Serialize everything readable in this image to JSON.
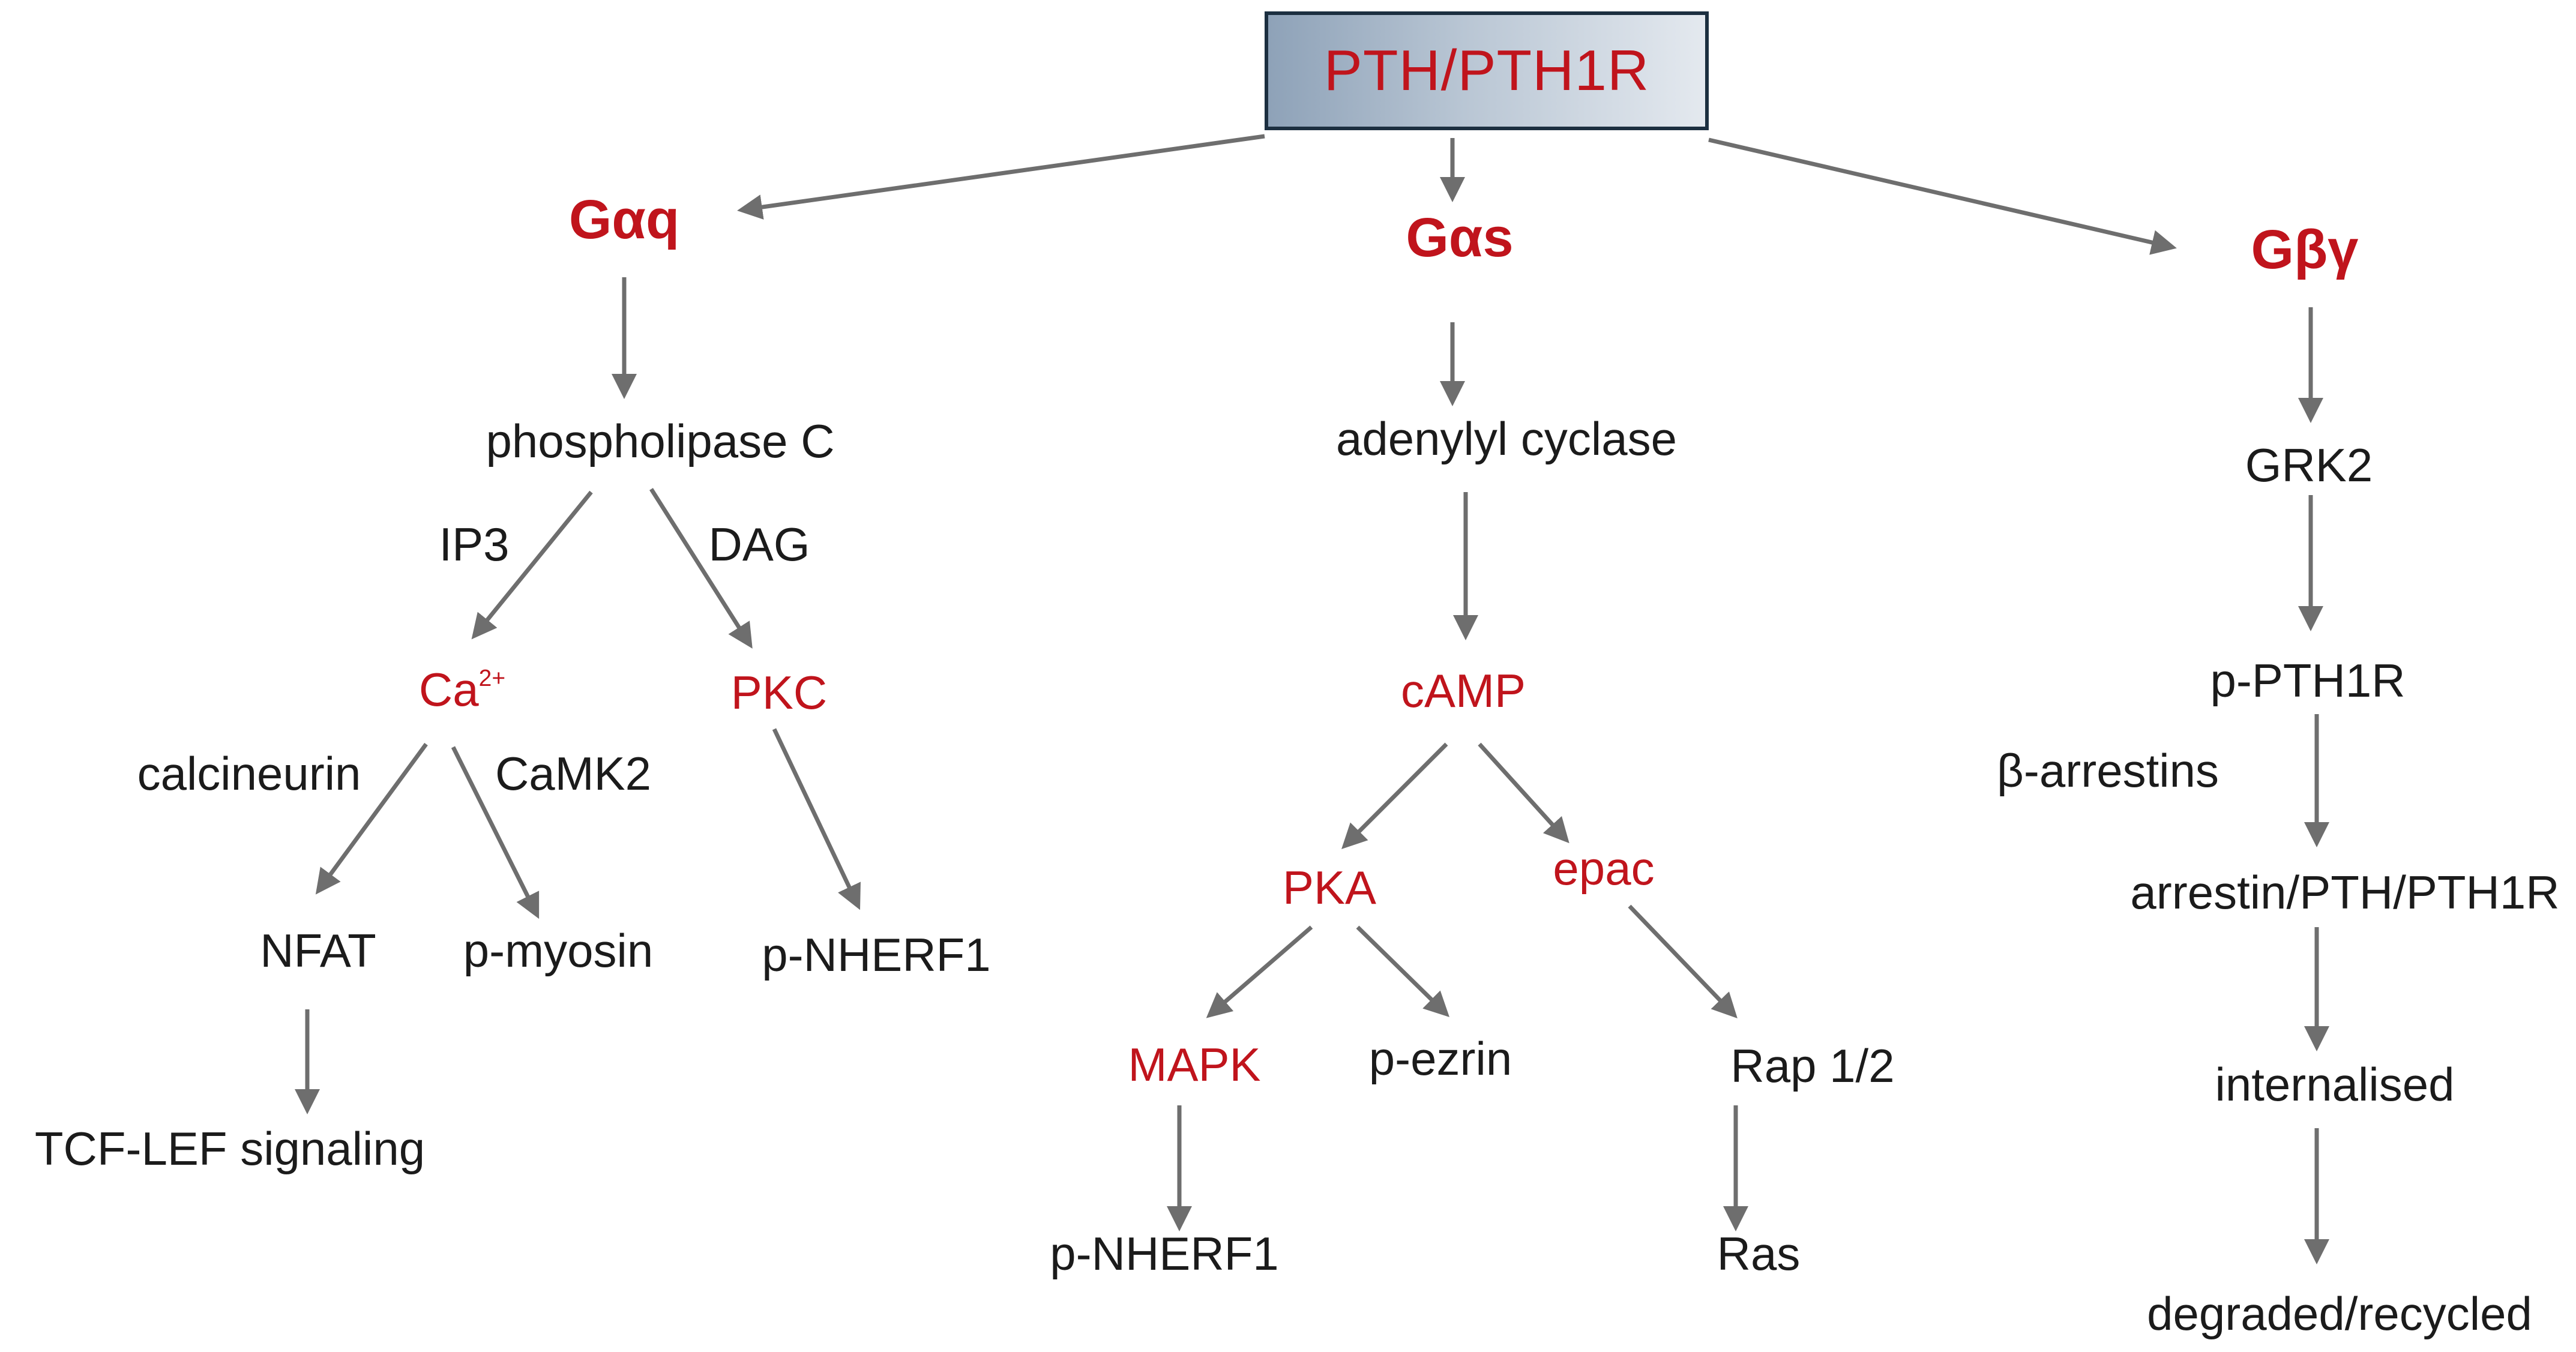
{
  "root": {
    "label": "PTH/PTH1R"
  },
  "branches": {
    "gaq": {
      "header": "Gαq",
      "enzyme": "phospholipase C",
      "ip3": "IP3",
      "dag": "DAG",
      "ca": "Ca",
      "ca_charge": "2+",
      "pkc": "PKC",
      "calcineurin": "calcineurin",
      "camk2": "CaMK2",
      "nfat": "NFAT",
      "p_myosin": "p-myosin",
      "p_nherf1": "p-NHERF1",
      "tcf_lef": "TCF-LEF signaling"
    },
    "gas": {
      "header": "Gαs",
      "enzyme": "adenylyl cyclase",
      "camp": "cAMP",
      "pka": "PKA",
      "epac": "epac",
      "mapk": "MAPK",
      "p_ezrin": "p-ezrin",
      "rap": "Rap 1/2",
      "p_nherf1": "p-NHERF1",
      "ras": "Ras"
    },
    "gbg": {
      "header": "Gβγ",
      "grk2": "GRK2",
      "p_pth1r": "p-PTH1R",
      "b_arrestins": "β-arrestins",
      "complex": "arrestin/PTH/PTH1R",
      "internalised": "internalised",
      "fate": "degraded/recycled"
    }
  },
  "colors": {
    "accent_red": "#c0141c",
    "text": "#1b1b1b",
    "arrow": "#6e6e6e",
    "box_border": "#1c2f40"
  }
}
